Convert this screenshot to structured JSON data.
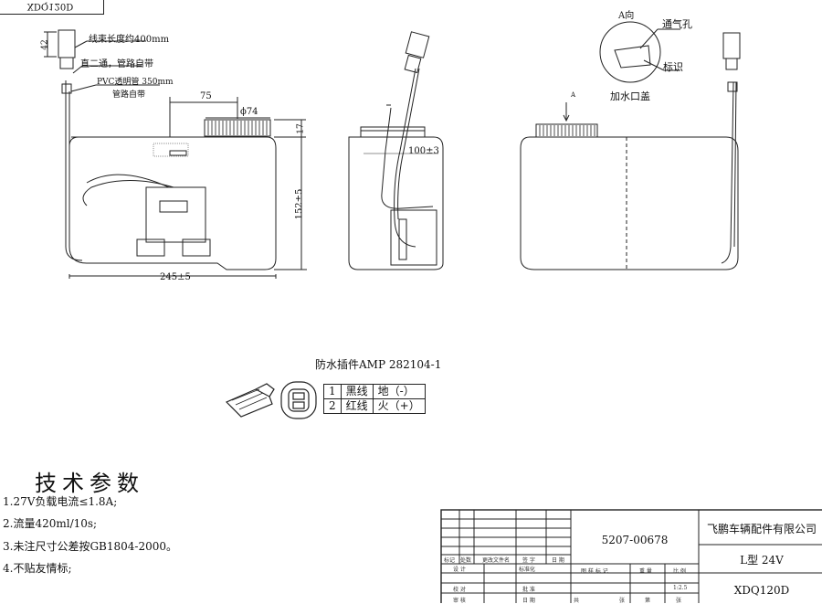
{
  "drawing_code_mirrored": "XDQ120D",
  "view_a_label": "A向",
  "vent_label": "通气孔",
  "mark_label": "标识",
  "fill_cap_label": "加水口盖",
  "arrow_label": "A",
  "harness_label": "线束长度约400mm",
  "fitting_label": "直二通，管路自带",
  "pvc_label_1": "PVC透明管 350mm",
  "pvc_label_2": "管路自带",
  "dims": {
    "d42": "42",
    "d75": "75",
    "d74": "ϕ74",
    "d17": "17",
    "d152": "152±5",
    "d245": "245±5",
    "d100": "100±3"
  },
  "connector": {
    "title": "防水插件AMP 282104-1",
    "pins": [
      {
        "no": "1",
        "wire": "黑线",
        "func": "地（-）"
      },
      {
        "no": "2",
        "wire": "红线",
        "func": "火（+）"
      }
    ]
  },
  "tech": {
    "title": "技术参数",
    "items": [
      "1.27V负载电流≤1.8A;",
      "2.流量420ml/10s;",
      "3.未注尺寸公差按GB1804-2000。",
      "4.不贴友情标;"
    ]
  },
  "title_block": {
    "part_no": "5207-00678",
    "company": "飞鹏车辆配件有限公司",
    "model": "L型 24V",
    "code": "XDQ120D",
    "scale": "1:2.5",
    "headers": [
      "标记",
      "处数",
      "更改文件名",
      "签 字",
      "日 期"
    ],
    "roles": [
      "设 计",
      "标准化",
      "校 对",
      "批 准",
      "审 核",
      "日 期"
    ],
    "mid_headers": [
      "图 样 标 记",
      "重 量",
      "比 例"
    ],
    "sheet": [
      "共",
      "张",
      "第",
      "张"
    ]
  }
}
